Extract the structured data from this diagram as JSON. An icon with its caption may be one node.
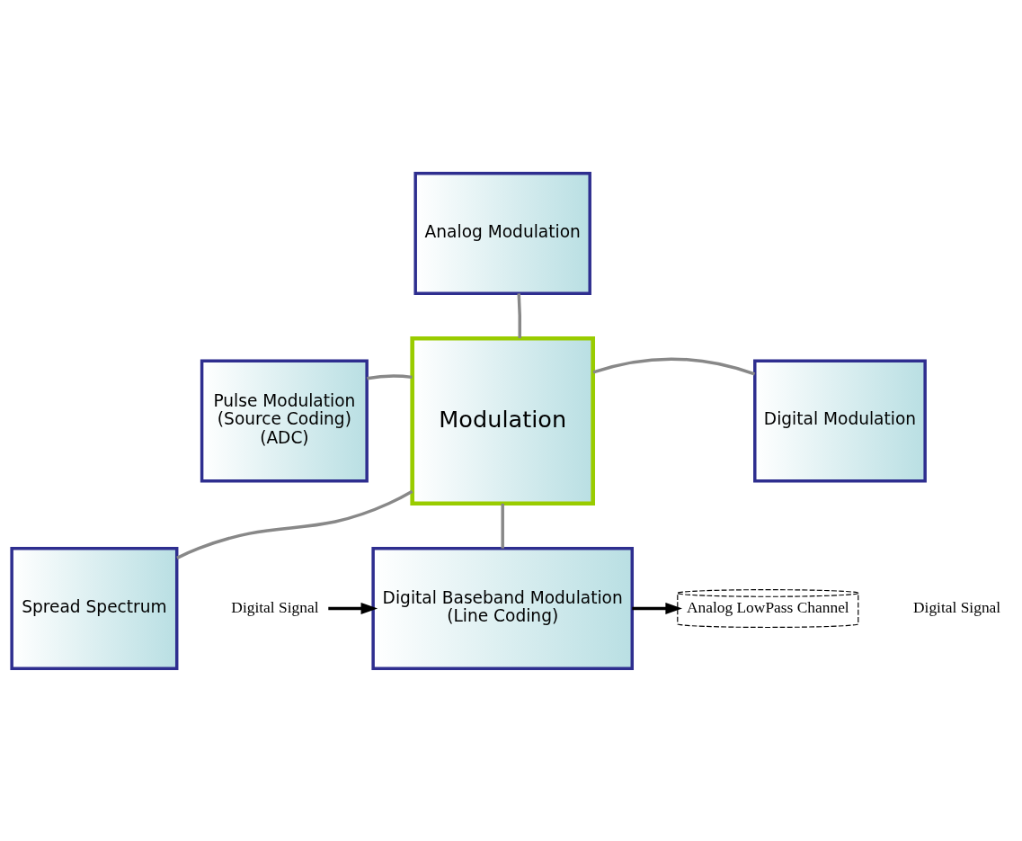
{
  "diagram": {
    "nodes": [
      {
        "text": [
          "Analog Modulation"
        ]
      },
      {
        "text": [
          "Pulse Modulation",
          "(Source Coding)",
          "(ADC)"
        ]
      },
      {
        "text": [
          "Digital Modulation"
        ]
      },
      {
        "text": [
          "Modulation"
        ]
      },
      {
        "text": [
          "Spread Spectrum"
        ]
      },
      {
        "text": [
          "Digital Baseband Modulation",
          "(Line Coding)"
        ]
      },
      {
        "text": [
          "Digital Signal"
        ]
      },
      {
        "text": [
          "Analog LowPass Channel"
        ]
      }
    ],
    "edges": [
      {
        "from": 3,
        "to": 0,
        "arrow": "none"
      },
      {
        "from": 3,
        "to": 1,
        "arrow": "none"
      },
      {
        "from": 3,
        "to": 2,
        "arrow": "none"
      },
      {
        "from": 3,
        "to": 4,
        "arrow": "none"
      },
      {
        "from": 3,
        "to": 5,
        "arrow": "none"
      },
      {
        "from": 6,
        "to": 5,
        "arrow": "to",
        "color": "#000000"
      },
      {
        "from": 5,
        "to": 7,
        "arrow": "to",
        "color": "#000000"
      }
    ],
    "labels": [
      "Digital Signal"
    ]
  }
}
